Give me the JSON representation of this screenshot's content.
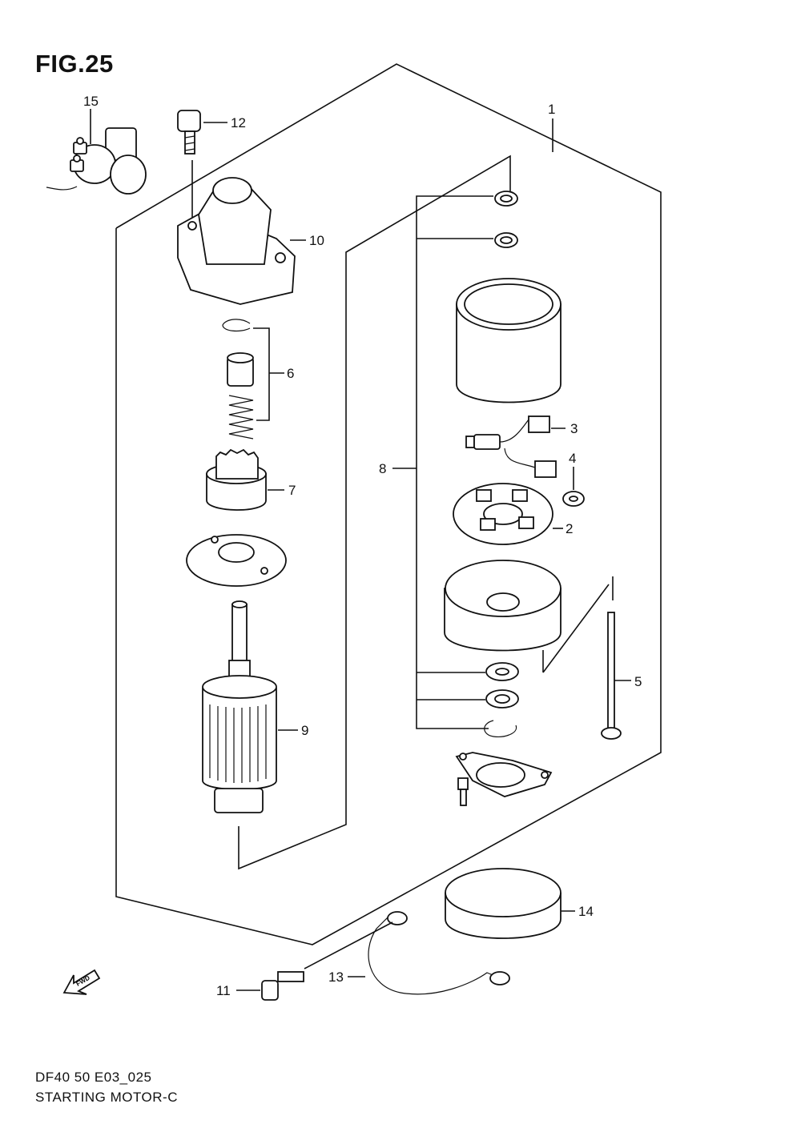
{
  "figure": {
    "title": "FIG.25",
    "code": "DF40 50 E03_025",
    "name": "STARTING MOTOR-C"
  },
  "fwd_label": "FWD",
  "callouts": {
    "c1": "1",
    "c2": "2",
    "c3": "3",
    "c4": "4",
    "c5": "5",
    "c6": "6",
    "c7": "7",
    "c8": "8",
    "c9": "9",
    "c10": "10",
    "c11": "11",
    "c12": "12",
    "c13": "13",
    "c14": "14",
    "c15": "15"
  }
}
